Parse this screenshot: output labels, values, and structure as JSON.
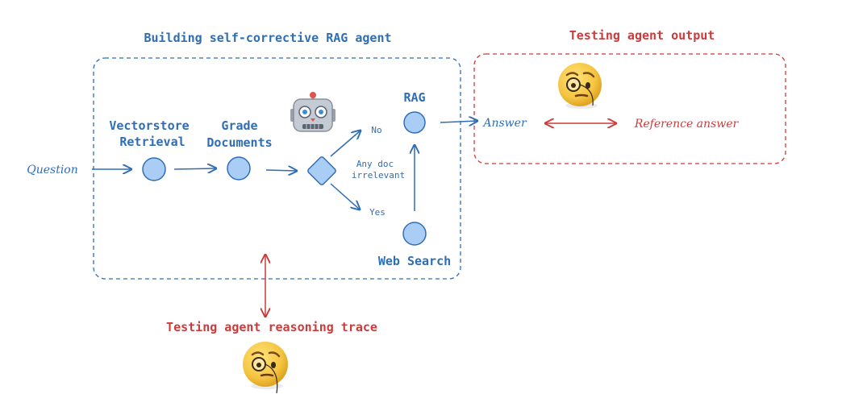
{
  "titles": {
    "building": "Building self-corrective RAG agent",
    "testing_output": "Testing agent output",
    "testing_trace": "Testing agent reasoning trace"
  },
  "nodes": {
    "question": "Question",
    "vectorstore_line1": "Vectorstore",
    "vectorstore_line2": "Retrieval",
    "grade_line1": "Grade",
    "grade_line2": "Documents",
    "rag": "RAG",
    "web_search": "Web Search",
    "answer": "Answer",
    "reference_answer": "Reference answer"
  },
  "decision": {
    "no": "No",
    "yes": "Yes",
    "label_line1": "Any doc",
    "label_line2": "irrelevant"
  },
  "icons": {
    "robot": "robot-icon",
    "monocle": "face-with-monocle-icon"
  },
  "colors": {
    "blue": "#2f6db5",
    "red": "#cc3b3b",
    "node_fill": "#a9cdf5",
    "node_stroke": "#2f6db5",
    "emoji_yellow": "#f4c542"
  }
}
